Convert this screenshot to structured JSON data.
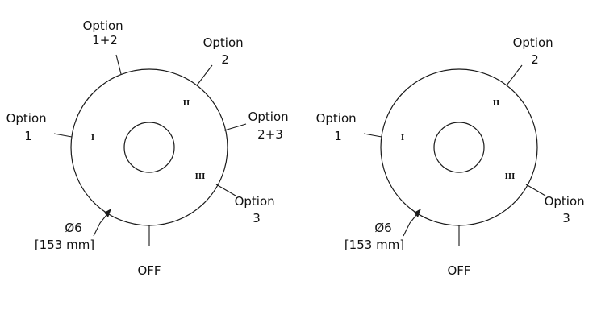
{
  "dials": [
    {
      "id": "left",
      "options": {
        "opt_1_2": [
          "Option",
          "1+2"
        ],
        "opt_2": [
          "Option",
          "2"
        ],
        "opt_1": [
          "Option",
          "1"
        ],
        "opt_2_3": [
          "Option",
          "2+3"
        ],
        "opt_3": [
          "Option",
          "3"
        ],
        "off": "OFF"
      },
      "markers": {
        "pos1": "I",
        "pos2": "II",
        "pos3": "III"
      },
      "dimension": {
        "diameter": "Ø6",
        "metric": "[153 mm]"
      }
    },
    {
      "id": "right",
      "options": {
        "opt_2": [
          "Option",
          "2"
        ],
        "opt_1": [
          "Option",
          "1"
        ],
        "opt_3": [
          "Option",
          "3"
        ],
        "off": "OFF"
      },
      "markers": {
        "pos1": "I",
        "pos2": "II",
        "pos3": "III"
      },
      "dimension": {
        "diameter": "Ø6",
        "metric": "[153 mm]"
      }
    }
  ],
  "colors": {
    "line": "#1a1a1a",
    "text": "#111111",
    "background": "#ffffff"
  }
}
